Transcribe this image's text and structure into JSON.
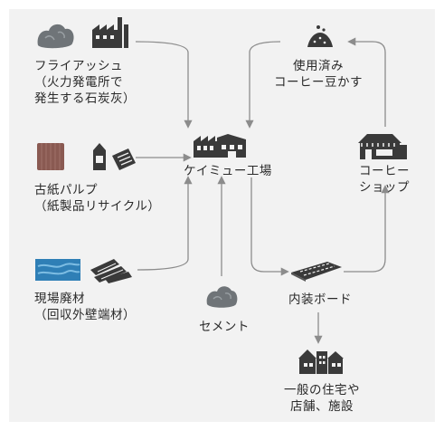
{
  "nodes": {
    "fly_ash": {
      "label": "フライアッシュ\n（火力発電所で\n発生する石炭灰）"
    },
    "used_pulp": {
      "label": "古紙パルプ\n（紙製品リサイクル）"
    },
    "site_waste": {
      "label": "現場廃材\n（回収外壁端材）"
    },
    "factory": {
      "label": "ケイミュー工場"
    },
    "cement": {
      "label": "セメント"
    },
    "board": {
      "label": "内装ボード"
    },
    "coffee_grounds": {
      "label": "使用済み\nコーヒー豆かす"
    },
    "coffee_shop": {
      "label": "コーヒーショップ"
    },
    "houses": {
      "label": "一般の住宅や\n店舗、施設"
    }
  },
  "colors": {
    "panel": "#f2f2f2",
    "line": "#8c8c8c",
    "text": "#2a2a2a",
    "icon_dark": "#3a3a3a",
    "ash": "#6f7478",
    "pulp": "#8a5a52",
    "site_blue": "#2f7fb6"
  },
  "icons": [
    "ash-pile-icon",
    "power-plant-icon",
    "pulp-roll-icon",
    "milk-carton-icon",
    "newspaper-icon",
    "wall-panel-icon",
    "scrap-boards-icon",
    "factory-icon",
    "cement-icon",
    "board-stack-icon",
    "coffee-grounds-icon",
    "coffee-shop-icon",
    "houses-icon"
  ]
}
